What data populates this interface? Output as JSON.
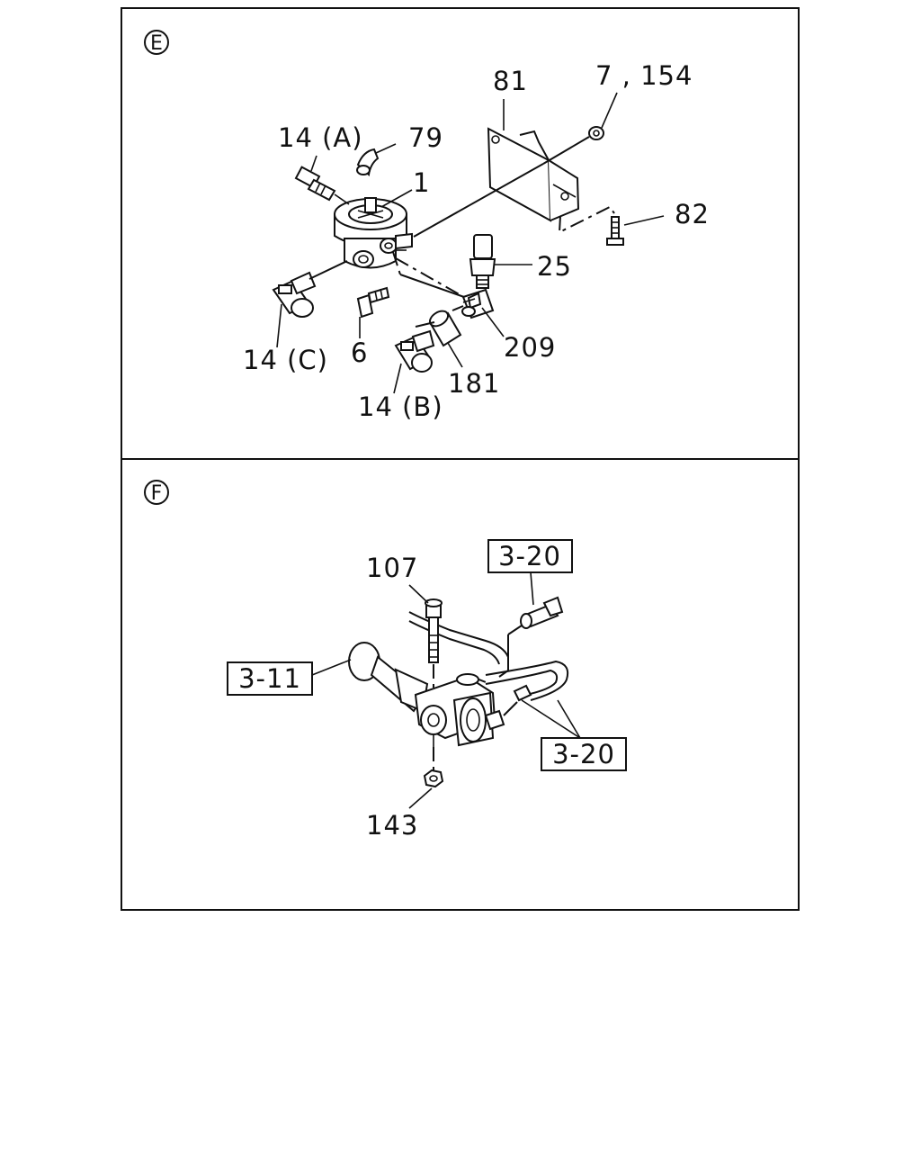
{
  "panels": [
    {
      "id": "E",
      "section_mark": "E",
      "labels": {
        "l81": "81",
        "l7154": "7 , 154",
        "l14a": "14 (A)",
        "l79": "79",
        "l1": "1",
        "l82": "82",
        "l25": "25",
        "l6": "6",
        "l209": "209",
        "l14c": "14 (C)",
        "l181": "181",
        "l14b": "14 (B)"
      }
    },
    {
      "id": "F",
      "section_mark": "F",
      "labels": {
        "l107": "107",
        "l143": "143"
      },
      "references": {
        "ref_top": "3-20",
        "ref_left": "3-11",
        "ref_bottom": "3-20"
      }
    }
  ]
}
